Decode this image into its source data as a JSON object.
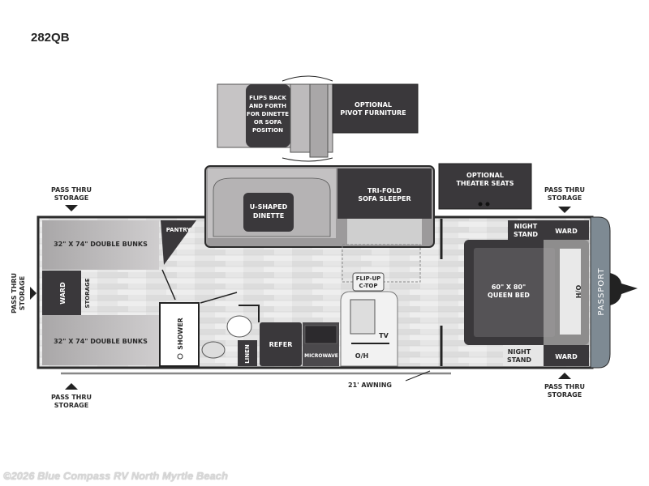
{
  "title": "282QB",
  "watermark": "©2026 Blue Compass RV North Myrtle Beach",
  "colors": {
    "dark": "#3a383b",
    "medium": "#8e8c8e",
    "light": "#c9c7c8",
    "floor": "#e4e4e4",
    "cap": "#7e8a93",
    "outline": "#2b2b2b"
  },
  "labels": {
    "flips": [
      "FLIPS BACK",
      "AND FORTH",
      "FOR DINETTE",
      "OR SOFA",
      "POSITION"
    ],
    "pivot": [
      "OPTIONAL",
      "PIVOT FURNITURE"
    ],
    "theater": [
      "OPTIONAL",
      "THEATER SEATS"
    ],
    "dinette": [
      "U-SHAPED",
      "DINETTE"
    ],
    "sofa": [
      "TRI-FOLD",
      "SOFA SLEEPER"
    ],
    "pantry": "PANTRY",
    "bunk_top": "32\" X 74\" DOUBLE BUNKS",
    "bunk_bottom": "32\" X 74\" DOUBLE BUNKS",
    "ward_rear": "WARD",
    "storage_rear": "STORAGE",
    "shower": "SHOWER",
    "linen": "LINEN",
    "refer": "REFER",
    "microwave": "MICROWAVE",
    "ctop": [
      "FLIP-UP",
      "C-TOP"
    ],
    "tv": "TV",
    "oh_kitchen": "O/H",
    "bed": [
      "60\" X 80\"",
      "QUEEN BED"
    ],
    "nightstand_top": [
      "NIGHT",
      "STAND"
    ],
    "nightstand_bottom": [
      "NIGHT",
      "STAND"
    ],
    "ward_top": "WARD",
    "ward_bottom": "WARD",
    "oh_bed": "O/H",
    "brand": "PASSPORT",
    "awning": "21' AWNING",
    "pass_thru": [
      "PASS THRU",
      "STORAGE"
    ]
  }
}
